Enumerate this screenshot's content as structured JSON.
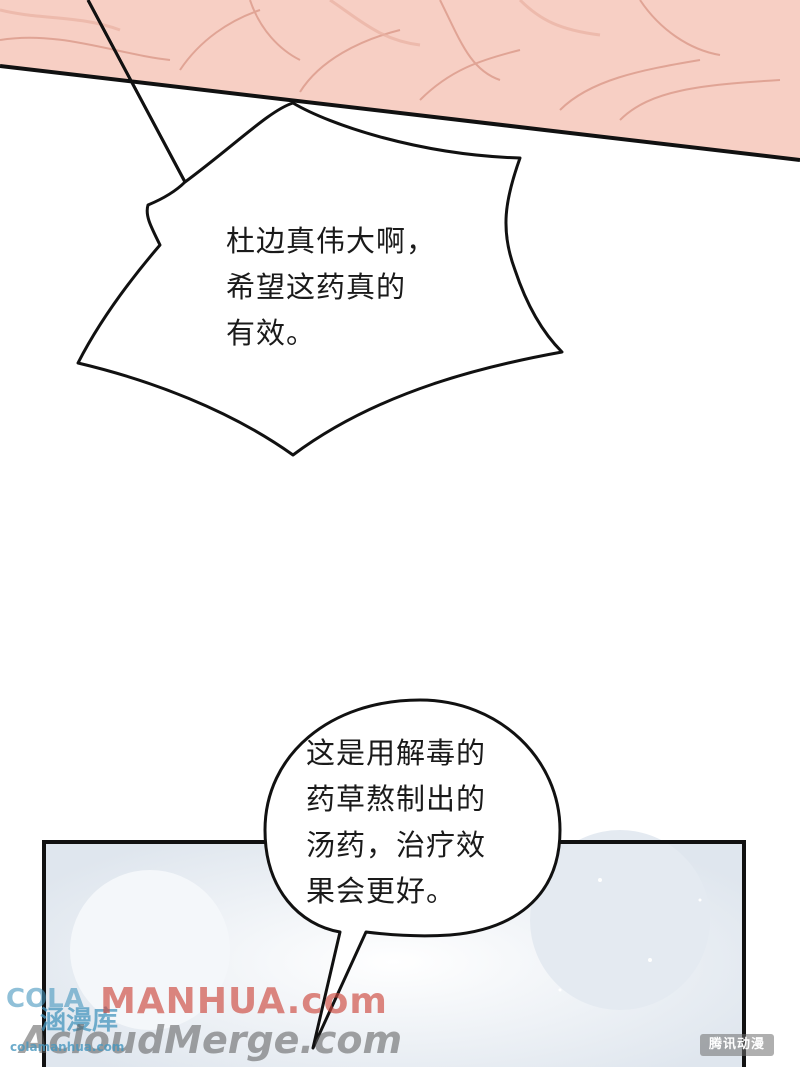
{
  "panel_top": {
    "description_skin_color": "#f6c9bd",
    "line_color": "#c88d7f"
  },
  "bubble1": {
    "text": "杜边真伟大啊，\n希望这药真的\n有效。"
  },
  "bubble2": {
    "text": "这是用解毒的\n药草熬制出的\n汤药，治疗效\n果会更好。"
  },
  "watermarks": {
    "logo": "COLA",
    "cn": "涵漫库",
    "manhua": "MANHUA.com",
    "merge": "AcloudMerge.com",
    "url": "colamanhua.com",
    "stamp": "腾讯动漫"
  },
  "colors": {
    "ink": "#111111",
    "panel_bg": "#e9eef4",
    "page_bg": "#ffffff"
  }
}
